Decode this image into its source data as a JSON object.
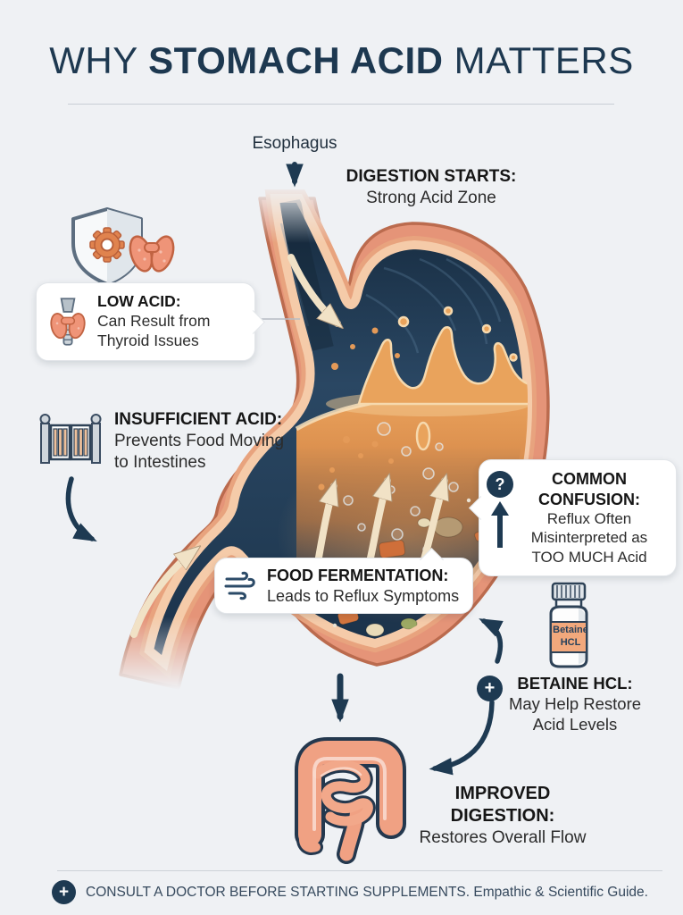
{
  "title": {
    "prefix": "WHY ",
    "emphasis": "STOMACH ACID",
    "suffix": " MATTERS"
  },
  "anatomy": {
    "esophagus_label": "Esophagus"
  },
  "annotations": {
    "digestion_starts": {
      "heading": "DIGESTION STARTS:",
      "body": "Strong Acid Zone"
    },
    "low_acid": {
      "heading": "LOW ACID:",
      "body": "Can Result from Thyroid Issues"
    },
    "insufficient_acid": {
      "heading": "INSUFFICIENT ACID:",
      "body": "Prevents Food Moving to Intestines"
    },
    "common_confusion": {
      "heading": "COMMON CONFUSION:",
      "body": "Reflux Often Misinterpreted as TOO MUCH Acid"
    },
    "food_fermentation": {
      "heading": "FOOD FERMENTATION:",
      "body": "Leads to Reflux Symptoms"
    },
    "betaine_hcl": {
      "heading": "BETAINE HCL:",
      "body": "May Help Restore Acid Levels"
    },
    "improved_digestion": {
      "heading": "IMPROVED DIGESTION:",
      "body": "Restores Overall Flow"
    }
  },
  "supplement_bottle": {
    "label_line1": "Betaine",
    "label_line2": "HCL"
  },
  "icons": {
    "question_glyph": "?",
    "plus_glyph": "+"
  },
  "footer": {
    "disclaimer": "CONSULT A DOCTOR BEFORE STARTING SUPPLEMENTS.",
    "credit": "Empathic & Scientific Guide."
  },
  "colors": {
    "navy": "#1E3A52",
    "wall_salmon": "#E59478",
    "acid_orange": "#E9A35C",
    "cream_arrow": "#F1E2C6",
    "background": "#EFF1F4"
  }
}
